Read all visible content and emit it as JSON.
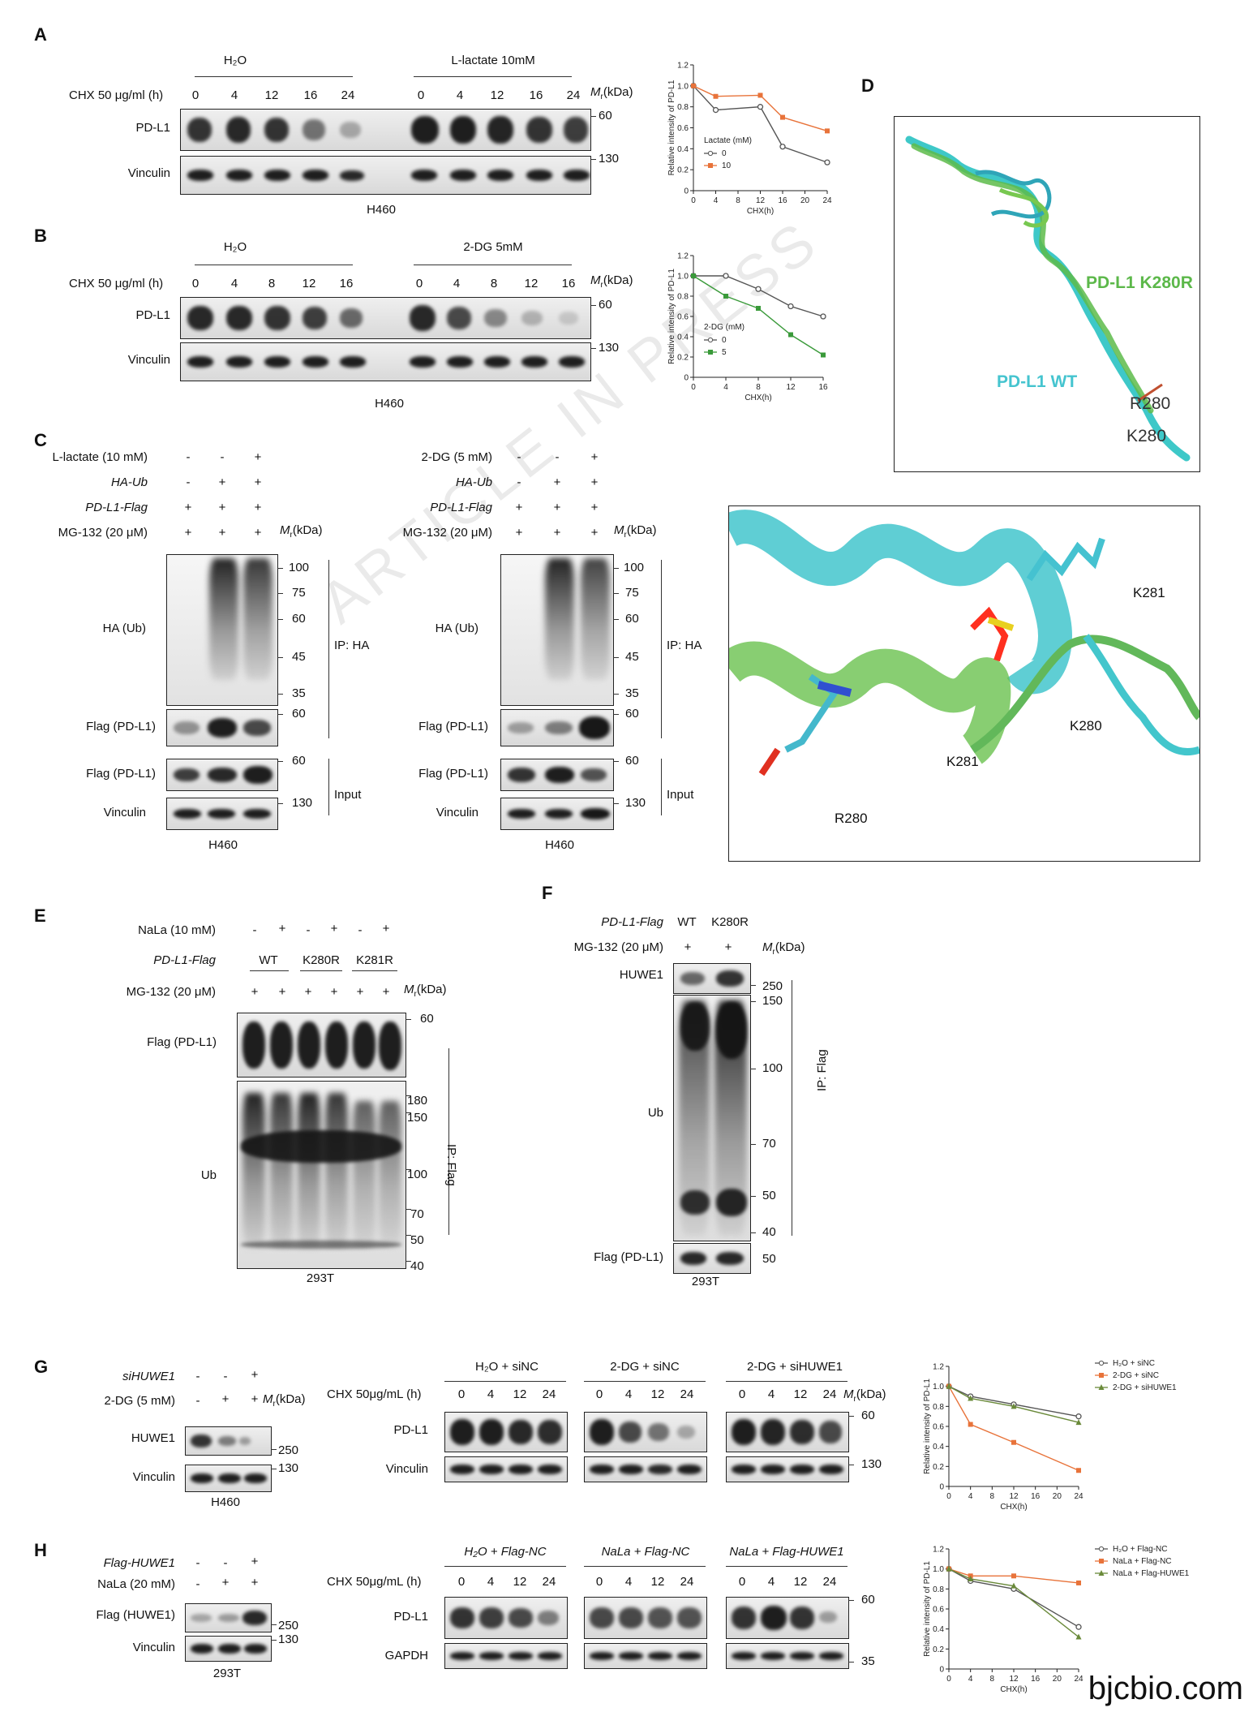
{
  "panel_letters": {
    "A": "A",
    "B": "B",
    "C": "C",
    "D": "D",
    "E": "E",
    "F": "F",
    "G": "G",
    "H": "H"
  },
  "common": {
    "mr": "M",
    "mr_sub": "r",
    "kda": "(kDa)",
    "plus": "+",
    "minus": "-",
    "ip_ha": "IP: HA",
    "ip_flag": "IP: Flag",
    "input": "Input"
  },
  "panelA": {
    "grp1": "H₂O",
    "grp2": "L-lactate 10mM",
    "cond": "CHX 50 μg/ml (h)",
    "lanes": [
      "0",
      "4",
      "12",
      "16",
      "24",
      "0",
      "4",
      "12",
      "16",
      "24"
    ],
    "rows": [
      "PD-L1",
      "Vinculin"
    ],
    "markers": [
      "60",
      "130"
    ],
    "cell": "H460"
  },
  "panelB": {
    "grp1": "H₂O",
    "grp2": "2-DG 5mM",
    "cond": "CHX 50 μg/ml (h)",
    "lanes": [
      "0",
      "4",
      "8",
      "12",
      "16",
      "0",
      "4",
      "8",
      "12",
      "16"
    ],
    "rows": [
      "PD-L1",
      "Vinculin"
    ],
    "markers": [
      "60",
      "130"
    ],
    "cell": "H460"
  },
  "panelC": {
    "left": {
      "conds": [
        "L-lactate (10 mM)",
        "HA-Ub",
        "PD-L1-Flag",
        "MG-132 (20 μM)"
      ],
      "signs": [
        [
          "-",
          "-",
          "+"
        ],
        [
          "-",
          "+",
          "+"
        ],
        [
          "+",
          "+",
          "+"
        ],
        [
          "+",
          "+",
          "+"
        ]
      ],
      "rows": [
        "HA (Ub)",
        "Flag (PD-L1)",
        "Flag (PD-L1)",
        "Vinculin"
      ],
      "markers": [
        "100",
        "75",
        "60",
        "45",
        "35",
        "60",
        "60",
        "130"
      ],
      "cell": "H460"
    },
    "right": {
      "conds": [
        "2-DG (5 mM)",
        "HA-Ub",
        "PD-L1-Flag",
        "MG-132 (20 μM)"
      ],
      "signs": [
        [
          "-",
          "-",
          "+"
        ],
        [
          "-",
          "+",
          "+"
        ],
        [
          "+",
          "+",
          "+"
        ],
        [
          "+",
          "+",
          "+"
        ]
      ],
      "rows": [
        "HA (Ub)",
        "Flag (PD-L1)",
        "Flag (PD-L1)",
        "Vinculin"
      ],
      "markers": [
        "100",
        "75",
        "60",
        "45",
        "35",
        "60",
        "60",
        "130"
      ],
      "cell": "H460"
    }
  },
  "panelD": {
    "label_mut": "PD-L1 K280R",
    "label_wt": "PD-L1 WT",
    "site_a": "R280",
    "site_b": "K280",
    "zoom_labels": [
      "K281",
      "K280",
      "K281",
      "R280"
    ]
  },
  "panelE": {
    "conds": [
      "NaLa (10 mM)",
      "PD-L1-Flag",
      "MG-132 (20 μM)"
    ],
    "nala": [
      "-",
      "+",
      "-",
      "+",
      "-",
      "+"
    ],
    "groups": [
      "WT",
      "K280R",
      "K281R"
    ],
    "mg": [
      "+",
      "+",
      "+",
      "+",
      "+",
      "+"
    ],
    "rows": [
      "Flag (PD-L1)",
      "Ub"
    ],
    "markers": [
      "60",
      "180",
      "150",
      "100",
      "70",
      "50",
      "40"
    ],
    "cell": "293T"
  },
  "panelF": {
    "conds": [
      "PD-L1-Flag",
      "MG-132 (20 μM)"
    ],
    "lanes": [
      "WT",
      "K280R"
    ],
    "mg": [
      "+",
      "+"
    ],
    "rows": [
      "HUWE1",
      "Ub",
      "Flag (PD-L1)"
    ],
    "markers": [
      "250",
      "150",
      "100",
      "70",
      "50",
      "40",
      "50"
    ],
    "cell": "293T"
  },
  "panelG": {
    "conds": [
      "siHUWE1",
      "2-DG (5 mM)"
    ],
    "signs": [
      [
        "-",
        "-",
        "+"
      ],
      [
        "-",
        "+",
        "+"
      ]
    ],
    "rows_left": [
      "HUWE1",
      "Vinculin"
    ],
    "markers_left": [
      "250",
      "130"
    ],
    "cell": "H460",
    "cond": "CHX 50μg/mL (h)",
    "groups": [
      "H₂O + siNC",
      "2-DG + siNC",
      "2-DG + siHUWE1"
    ],
    "lanes": [
      "0",
      "4",
      "12",
      "24"
    ],
    "rows_right": [
      "PD-L1",
      "Vinculin"
    ],
    "markers_right": [
      "60",
      "130"
    ]
  },
  "panelH": {
    "conds": [
      "Flag-HUWE1",
      "NaLa (20 mM)"
    ],
    "signs": [
      [
        "-",
        "-",
        "+"
      ],
      [
        "-",
        "+",
        "+"
      ]
    ],
    "rows_left": [
      "Flag (HUWE1)",
      "Vinculin"
    ],
    "markers_left": [
      "250",
      "130"
    ],
    "cell": "293T",
    "cond": "CHX 50μg/mL (h)",
    "groups": [
      "H₂O + Flag-NC",
      "NaLa + Flag-NC",
      "NaLa + Flag-HUWE1"
    ],
    "lanes": [
      "0",
      "4",
      "12",
      "24"
    ],
    "rows_right": [
      "PD-L1",
      "GAPDH"
    ],
    "markers_right": [
      "60",
      "35"
    ]
  },
  "watermark": "ARTICLE IN PRESS",
  "site": "bjcbio.com",
  "chart_data": [
    {
      "id": "A",
      "type": "line",
      "x": [
        0,
        4,
        12,
        16,
        24
      ],
      "xlabel": "CHX(h)",
      "ylabel": "Relative intensity of PD-L1",
      "xlim": [
        0,
        24
      ],
      "xticks": [
        0,
        4,
        8,
        12,
        16,
        20,
        24
      ],
      "ylim": [
        0,
        1.2
      ],
      "yticks": [
        0,
        0.2,
        0.4,
        0.6,
        0.8,
        1.0,
        1.2
      ],
      "legend_title": "Lactate (mM)",
      "legend_position": "bottom-left",
      "series": [
        {
          "name": "0",
          "values": [
            1.0,
            0.77,
            0.8,
            0.42,
            0.27
          ],
          "color": "#555555",
          "marker": "circle"
        },
        {
          "name": "10",
          "values": [
            1.0,
            0.9,
            0.91,
            0.7,
            0.57
          ],
          "color": "#e8733a",
          "marker": "square"
        }
      ]
    },
    {
      "id": "B",
      "type": "line",
      "x": [
        0,
        4,
        8,
        12,
        16
      ],
      "xlabel": "CHX(h)",
      "ylabel": "Relative intensity of PD-L1",
      "xlim": [
        0,
        16
      ],
      "xticks": [
        0,
        4,
        8,
        12,
        16
      ],
      "ylim": [
        0,
        1.2
      ],
      "yticks": [
        0,
        0.2,
        0.4,
        0.6,
        0.8,
        1.0,
        1.2
      ],
      "legend_title": "2-DG (mM)",
      "legend_position": "bottom-left",
      "series": [
        {
          "name": "0",
          "values": [
            1.0,
            1.0,
            0.87,
            0.7,
            0.6
          ],
          "color": "#555555",
          "marker": "circle"
        },
        {
          "name": "5",
          "values": [
            1.0,
            0.8,
            0.68,
            0.42,
            0.22
          ],
          "color": "#3a9a3a",
          "marker": "square"
        }
      ]
    },
    {
      "id": "G",
      "type": "line",
      "x": [
        0,
        4,
        12,
        24
      ],
      "xlabel": "CHX(h)",
      "ylabel": "Relative intensity of PD-L1",
      "xlim": [
        0,
        24
      ],
      "xticks": [
        0,
        4,
        8,
        12,
        16,
        20,
        24
      ],
      "ylim": [
        0,
        1.2
      ],
      "yticks": [
        0,
        0.2,
        0.4,
        0.6,
        0.8,
        1.0,
        1.2
      ],
      "legend_position": "top-right",
      "series": [
        {
          "name": "H₂O + siNC",
          "values": [
            1.0,
            0.9,
            0.82,
            0.7
          ],
          "color": "#555555",
          "marker": "circle"
        },
        {
          "name": "2-DG + siNC",
          "values": [
            1.0,
            0.62,
            0.44,
            0.16
          ],
          "color": "#e8733a",
          "marker": "square"
        },
        {
          "name": "2-DG + siHUWE1",
          "values": [
            1.0,
            0.88,
            0.8,
            0.64
          ],
          "color": "#6a8a3a",
          "marker": "triangle"
        }
      ]
    },
    {
      "id": "H",
      "type": "line",
      "x": [
        0,
        4,
        12,
        24
      ],
      "xlabel": "CHX(h)",
      "ylabel": "Relative intensity of PD-L1",
      "xlim": [
        0,
        24
      ],
      "xticks": [
        0,
        4,
        8,
        12,
        16,
        20,
        24
      ],
      "ylim": [
        0,
        1.2
      ],
      "yticks": [
        0,
        0.2,
        0.4,
        0.6,
        0.8,
        1.0,
        1.2
      ],
      "legend_position": "top-right",
      "series": [
        {
          "name": "H₂O + Flag-NC",
          "values": [
            1.0,
            0.88,
            0.8,
            0.42
          ],
          "color": "#555555",
          "marker": "circle"
        },
        {
          "name": "NaLa + Flag-NC",
          "values": [
            1.0,
            0.93,
            0.93,
            0.86
          ],
          "color": "#e8733a",
          "marker": "square"
        },
        {
          "name": "NaLa + Flag-HUWE1",
          "values": [
            1.0,
            0.9,
            0.83,
            0.32
          ],
          "color": "#6a8a3a",
          "marker": "triangle"
        }
      ]
    }
  ]
}
